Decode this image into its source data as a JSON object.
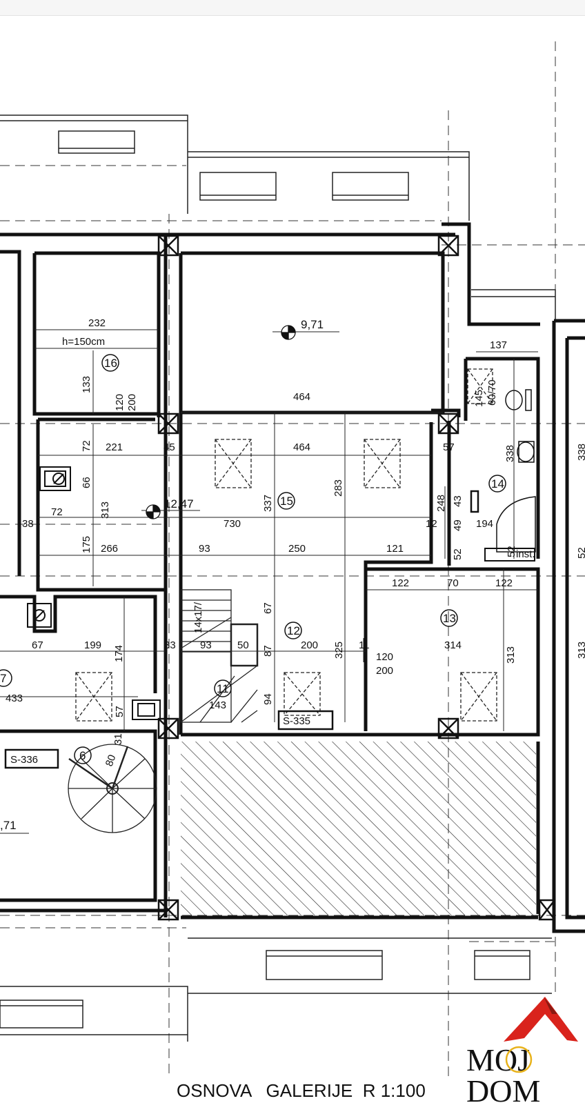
{
  "title": "OSNOVA   GALERIJE  R 1:100",
  "logo": {
    "line1": "MOJ",
    "line2": "DOM",
    "accent_color": "#d9231c",
    "gold_color": "#e8b21a"
  },
  "elevations": [
    "9,71",
    "12,47",
    ",71"
  ],
  "room_numbers": [
    "16",
    "15",
    "14",
    "13",
    "12",
    "11",
    "6",
    "7"
  ],
  "room_notes": [
    "h=150cm"
  ],
  "labels": [
    "S-336",
    "S-335",
    "inst.",
    "60/70",
    "14x17/",
    "80",
    "145"
  ],
  "dimensions": {
    "room16": [
      "232",
      "133",
      "120",
      "200"
    ],
    "room15": [
      "464",
      "464",
      "221",
      "45",
      "72",
      "66",
      "313",
      "72",
      "38",
      "730",
      "337",
      "283",
      "175",
      "266",
      "93",
      "250",
      "121",
      "57",
      "248",
      "12"
    ],
    "room14": [
      "137",
      "338",
      "43",
      "49",
      "52",
      "194",
      "52"
    ],
    "room13": [
      "122",
      "70",
      "122",
      "314",
      "313",
      "120",
      "200",
      "11"
    ],
    "room12": [
      "67",
      "87",
      "94",
      "200",
      "325",
      "50",
      "93",
      "33"
    ],
    "room11": [
      "143"
    ],
    "room7": [
      "67",
      "199",
      "174",
      "433",
      "57",
      "31"
    ],
    "right_edge": [
      "338",
      "52",
      "313"
    ]
  },
  "colors": {
    "line": "#111111",
    "dashed": "#333333"
  }
}
